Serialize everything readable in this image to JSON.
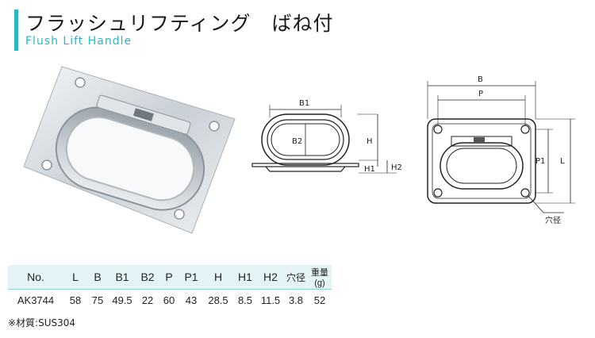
{
  "header": {
    "title_jp": "フラッシュリフティング　ばね付",
    "title_en": "Flush Lift Handle",
    "accent_color": "#2bb6c8"
  },
  "drawing_labels": {
    "b1": "B1",
    "b2": "B2",
    "h": "H",
    "h1": "H1",
    "h2": "H2",
    "b": "B",
    "p": "P",
    "p1": "P1",
    "l": "L",
    "hole": "穴径"
  },
  "table": {
    "headers": [
      "No.",
      "L",
      "B",
      "B1",
      "B2",
      "P",
      "P1",
      "H",
      "H1",
      "H2",
      "穴径",
      "重量(g)"
    ],
    "rows": [
      [
        "AK3744",
        "58",
        "75",
        "49.5",
        "22",
        "60",
        "43",
        "28.5",
        "8.5",
        "11.5",
        "3.8",
        "52"
      ]
    ]
  },
  "note": "※材質:SUS304"
}
